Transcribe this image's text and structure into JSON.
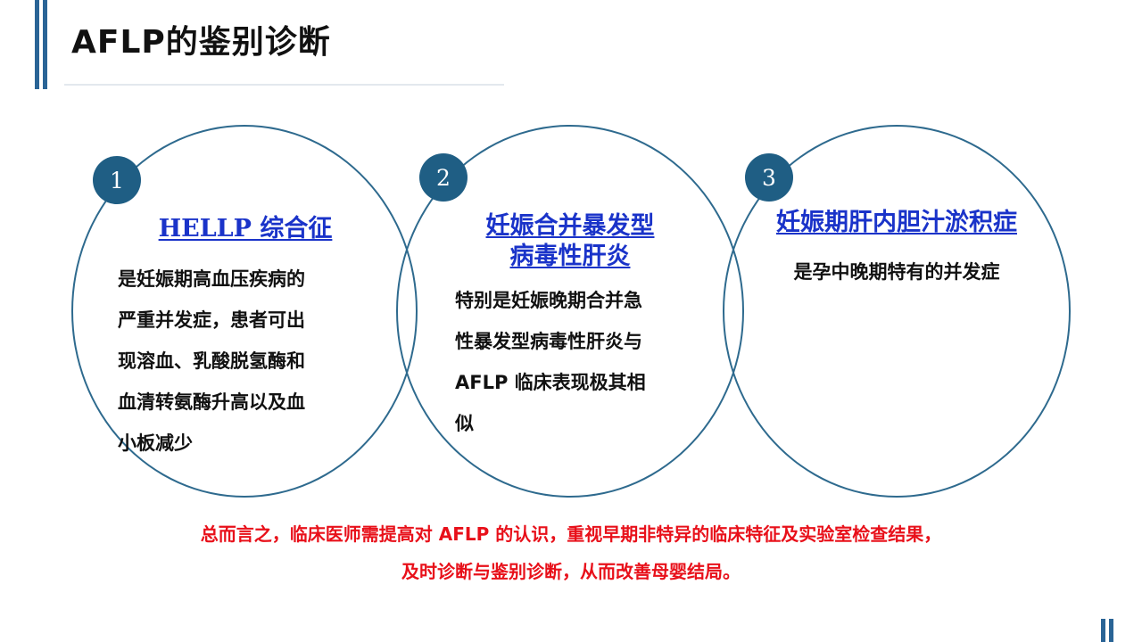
{
  "header": {
    "title": "AFLP的鉴别诊断"
  },
  "items": [
    {
      "number": "1",
      "heading_latin": "HELLP",
      "heading_cn": " 综合征",
      "lines": [
        "是妊娠期高血压疾病的",
        "严重并发症，患者可出",
        "现溶血、乳酸脱氢酶和",
        "血清转氨酶升高以及血",
        "小板减少"
      ]
    },
    {
      "number": "2",
      "heading_line1": "妊娠合并暴发型",
      "heading_line2": "病毒性肝炎",
      "lines": [
        "特别是妊娠晚期合并急",
        "性暴发型病毒性肝炎与",
        "AFLP 临床表现极其相",
        "似"
      ]
    },
    {
      "number": "3",
      "heading": "妊娠期肝内胆汁淤积症",
      "lines": [
        "是孕中晚期特有的并发症"
      ]
    }
  ],
  "summary": {
    "line1": "总而言之，临床医师需提高对 AFLP 的认识，重视早期非特异的临床特征及实验室检查结果，",
    "line2": "及时诊断与鉴别诊断，从而改善母婴结局。"
  }
}
